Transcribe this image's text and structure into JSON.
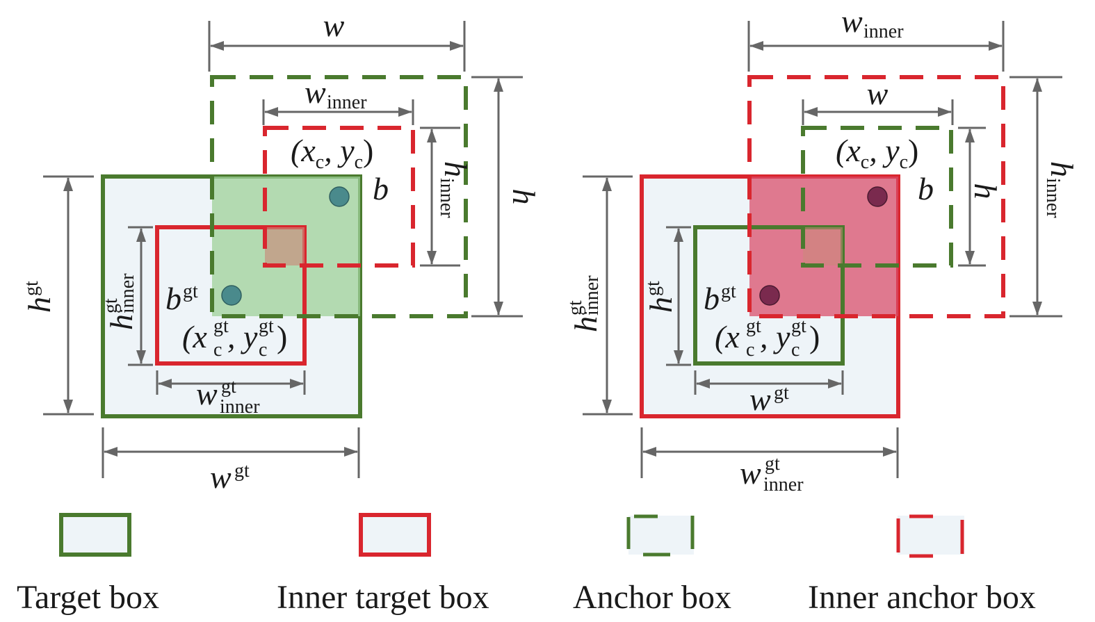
{
  "colors": {
    "green": "#4a7a2e",
    "red": "#d9262e",
    "box_fill": "#eef4f8",
    "green_overlap_fill": "#9fd29a",
    "red_overlap_fill": "#d94a66",
    "dimension_gray": "#666666",
    "center_dot_left": "#4a8a8c",
    "center_dot_right": "#7a2a4e"
  },
  "left_panel": {
    "title": "Inner-IoU (inner box smaller than original)",
    "labels": {
      "w": "w",
      "w_inner": "w",
      "w_inner_sub": "inner",
      "h": "h",
      "h_inner": "h",
      "h_inner_sub": "inner",
      "h_gt": "h",
      "h_gt_sup": "gt",
      "h_inner_gt": "h",
      "h_inner_gt_sup": "gt",
      "h_inner_gt_sub": "inner",
      "w_gt": "w",
      "w_gt_sup": "gt",
      "w_inner_gt": "w",
      "w_inner_gt_sup": "gt",
      "w_inner_gt_sub": "inner",
      "anchor_center": "(x",
      "anchor_center_c1": "c",
      "anchor_center_mid": ", y",
      "anchor_center_c2": "c",
      "anchor_center_end": ")",
      "b": "b",
      "b_gt": "b",
      "b_gt_sup": "gt",
      "target_center_open": "(x",
      "target_center_gt1": "gt",
      "target_center_c1": "c",
      "target_center_mid": ", y",
      "target_center_gt2": "gt",
      "target_center_c2": "c",
      "target_center_close": ")"
    }
  },
  "right_panel": {
    "title": "Inner-IoU (inner box larger than original)",
    "labels": {
      "w_inner": "w",
      "w_inner_sub": "inner",
      "w": "w",
      "h": "h",
      "h_inner": "h",
      "h_inner_sub": "inner",
      "h_gt": "h",
      "h_gt_sup": "gt",
      "h_inner_gt": "h",
      "h_inner_gt_sup": "gt",
      "h_inner_gt_sub": "inner",
      "w_gt": "w",
      "w_gt_sup": "gt",
      "w_inner_gt": "w",
      "w_inner_gt_sup": "gt",
      "w_inner_gt_sub": "inner",
      "anchor_center": "(x",
      "anchor_center_c1": "c",
      "anchor_center_mid": ", y",
      "anchor_center_c2": "c",
      "anchor_center_end": ")",
      "b": "b",
      "b_gt": "b",
      "b_gt_sup": "gt",
      "target_center_open": "(x",
      "target_center_gt1": "gt",
      "target_center_c1": "c",
      "target_center_mid": ", y",
      "target_center_gt2": "gt",
      "target_center_c2": "c",
      "target_center_close": ")"
    }
  },
  "legend": [
    {
      "label": "Target box",
      "style": "solid-green"
    },
    {
      "label": "Inner target box",
      "style": "solid-red"
    },
    {
      "label": "Anchor box",
      "style": "dashed-green"
    },
    {
      "label": "Inner anchor box",
      "style": "dashed-red"
    }
  ]
}
